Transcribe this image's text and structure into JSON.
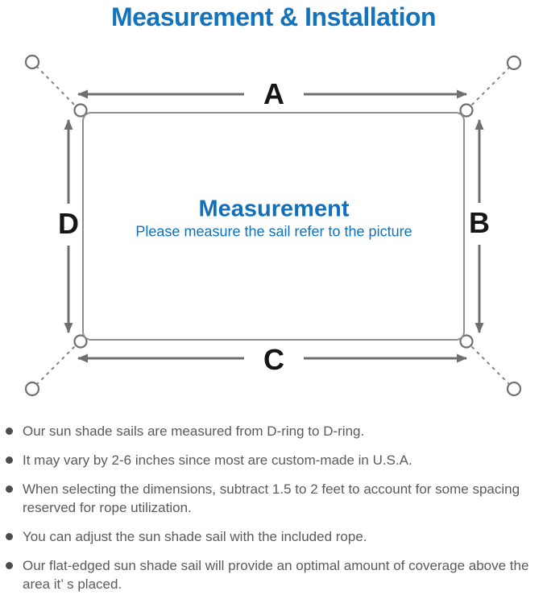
{
  "title": "Measurement & Installation",
  "diagram": {
    "labels": {
      "top": "A",
      "right": "B",
      "bottom": "C",
      "left": "D"
    },
    "center_title": "Measurement",
    "center_subtitle": "Please measure the sail refer to the picture"
  },
  "notes": {
    "items": [
      {
        "text": "Our sun shade sails are measured from D-ring to D-ring."
      },
      {
        "text": "It may vary by 2-6 inches since most are custom-made in U.S.A."
      },
      {
        "text": "When selecting the dimensions, subtract 1.5 to 2 feet to account for some spacing reserved for rope utilization."
      },
      {
        "text": "You can adjust the sun shade sail with the included rope."
      },
      {
        "text": "Our flat-edged sun shade sail will provide an optimal amount of coverage above the area it’ s placed."
      }
    ]
  },
  "icons": {
    "bullet": "filled-circle",
    "anchor_point": "outlined-circle",
    "d_ring": "outlined-ring",
    "rope": "dashed-line",
    "dimension": "double-headed-arrow"
  },
  "colors": {
    "title_blue": "#1373BE",
    "center_blue": "#1070BC",
    "line_gray": "#6f6f6f",
    "sail_outline_gray": "#8f8f8f",
    "note_text_gray": "#5a5a5a",
    "label_black": "#161616"
  }
}
